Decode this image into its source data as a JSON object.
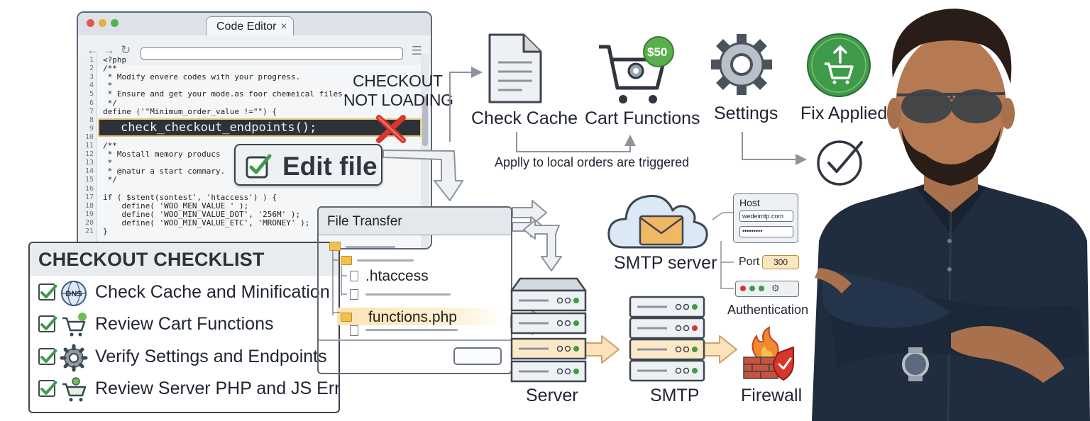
{
  "editor": {
    "tab_title": "Code Editor",
    "lines": [
      {
        "n": "1",
        "code": "<?php"
      },
      {
        "n": "2",
        "code": "/**"
      },
      {
        "n": "3",
        "code": " * Modify envere codes with your progress."
      },
      {
        "n": "4",
        "code": " *"
      },
      {
        "n": "5",
        "code": " * Ensure and get your mode.as foor chemeical files."
      },
      {
        "n": "6",
        "code": " */"
      },
      {
        "n": "7",
        "code": "define ('\"Minimum_order_value !=\"\") {"
      },
      {
        "n": "8",
        "code": ""
      },
      {
        "n": "9",
        "code": ""
      },
      {
        "n": "10",
        "code": ""
      },
      {
        "n": "11",
        "code": "/**"
      },
      {
        "n": "12",
        "code": " * Mostall memory producs"
      },
      {
        "n": "13",
        "code": " *"
      },
      {
        "n": "14",
        "code": " * @natur a start commary."
      },
      {
        "n": "15",
        "code": " */"
      },
      {
        "n": "16",
        "code": ""
      },
      {
        "n": "17",
        "code": "if ( $stent(sontest', 'htaccess') ) {"
      },
      {
        "n": "18",
        "code": "    define( 'WOO_MEN_VALUE ' );"
      },
      {
        "n": "19",
        "code": "    define( 'WOO_MIN_VALUE_DOT', '256M' );"
      },
      {
        "n": "20",
        "code": "    define( 'WOO_MIN_VALUE_ETC', 'MRONEY' );"
      },
      {
        "n": "21",
        "code": "}"
      }
    ],
    "highlighted_code": "check_checkout_endpoints();"
  },
  "error_label": {
    "line1": "CHECKOUT",
    "line2": "NOT LOADING"
  },
  "edit_button": {
    "label": "Edit file"
  },
  "checklist": {
    "title": "CHECKOUT CHECKLIST",
    "items": [
      {
        "label": "Check Cache and Minification",
        "icon": "dns-globe-icon",
        "icon_text": "DNS"
      },
      {
        "label": "Review Cart Functions",
        "icon": "cart-icon"
      },
      {
        "label": "Verify Settings and Endpoints",
        "icon": "gear-icon"
      },
      {
        "label": "Review Server PHP and JS Errors",
        "icon": "cart-gear-icon"
      }
    ]
  },
  "file_transfer": {
    "title": "File Transfer",
    "files": [
      ".htaccess",
      "functions.php"
    ]
  },
  "flow": {
    "check_cache": "Check Cache",
    "cart_functions": "Cart Functions",
    "cart_price": "$50",
    "settings": "Settings",
    "fix_applied": "Fix Applied",
    "note": "Applly to local orders are triggered",
    "smtp_server": "SMTP server",
    "server": "Server",
    "smtp": "SMTP",
    "firewall": "Firewall"
  },
  "smtp_config": {
    "host_label": "Host",
    "host_value": "wedeimtp.com",
    "password_mask": "•••••••••",
    "port_label": "Port",
    "port_value": "300",
    "auth_label": "Authentication"
  },
  "colors": {
    "accent_green": "#3f9a4a",
    "error_red": "#d9352b",
    "highlight_orange": "#f2b765",
    "outline_dark": "#3e4650"
  }
}
